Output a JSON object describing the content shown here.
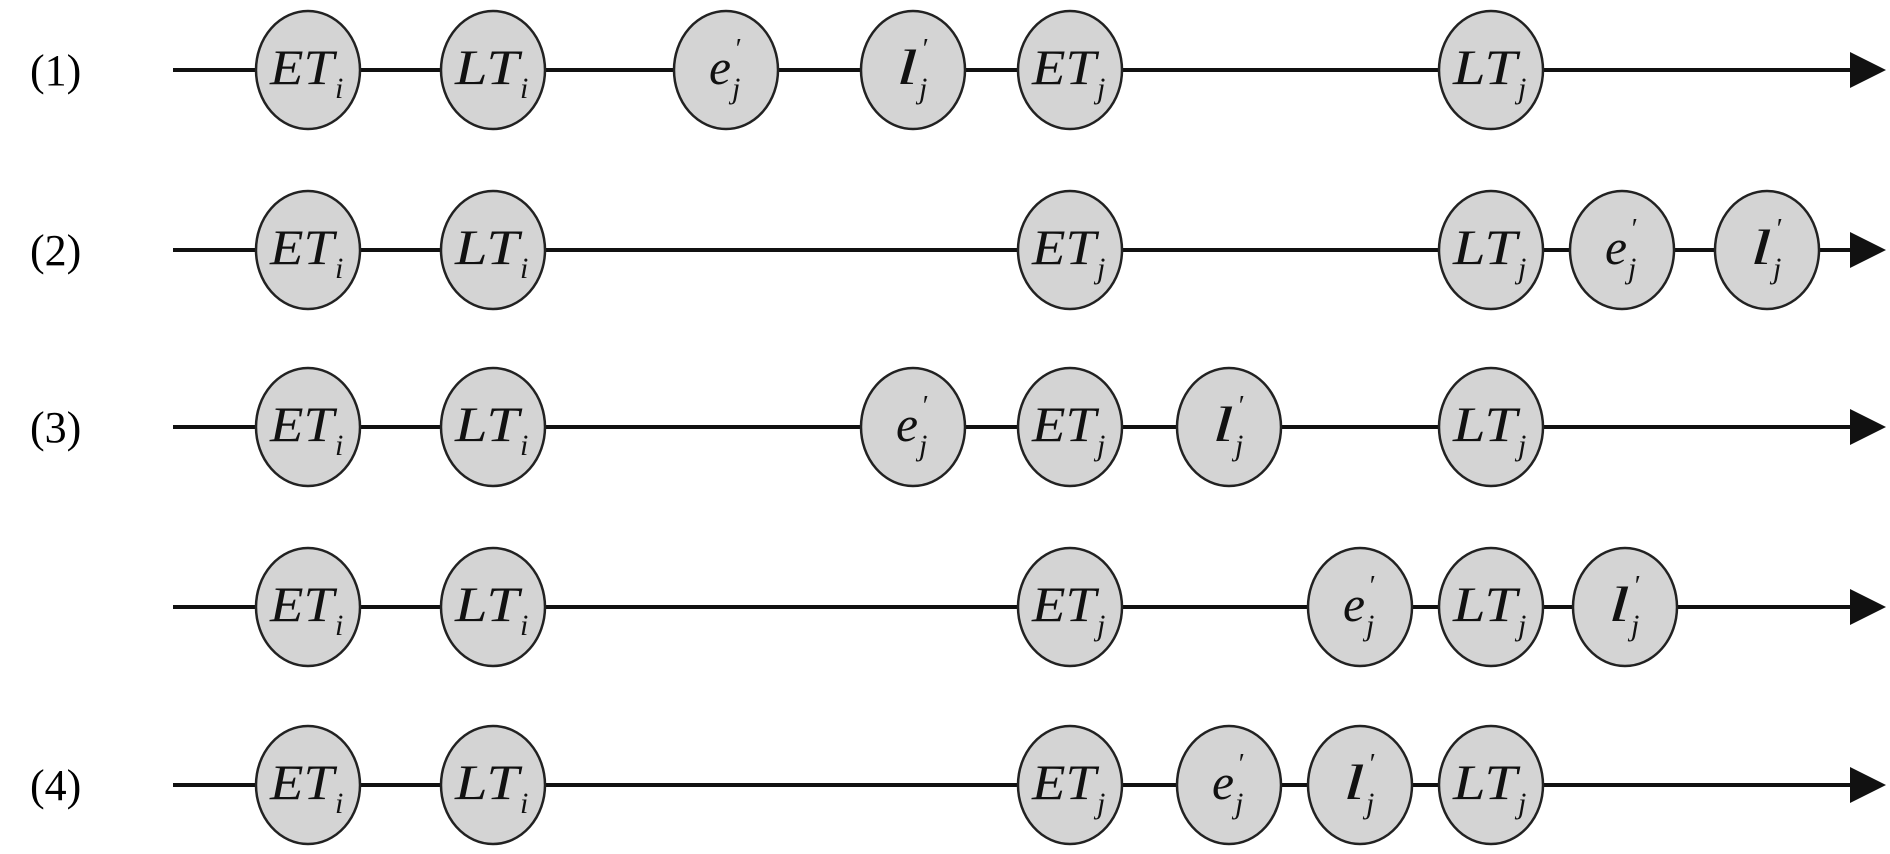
{
  "diagram": {
    "colors": {
      "node_fill": "#d4d4d4",
      "node_stroke": "#222222",
      "line": "#111111"
    },
    "rows": [
      {
        "label": "(1)",
        "nodes": [
          {
            "base": "ET",
            "sub": "i",
            "prime": ""
          },
          {
            "base": "LT",
            "sub": "i",
            "prime": ""
          },
          {
            "base": "e",
            "sub": "j",
            "prime": "′"
          },
          {
            "base": "l",
            "sub": "j",
            "prime": "′"
          },
          {
            "base": "ET",
            "sub": "j",
            "prime": ""
          },
          {
            "base": "LT",
            "sub": "j",
            "prime": ""
          }
        ]
      },
      {
        "label": "(2)",
        "nodes": [
          {
            "base": "ET",
            "sub": "i",
            "prime": ""
          },
          {
            "base": "LT",
            "sub": "i",
            "prime": ""
          },
          {
            "base": "ET",
            "sub": "j",
            "prime": ""
          },
          {
            "base": "LT",
            "sub": "j",
            "prime": ""
          },
          {
            "base": "e",
            "sub": "j",
            "prime": "′"
          },
          {
            "base": "l",
            "sub": "j",
            "prime": "′"
          }
        ]
      },
      {
        "label": "(3)",
        "nodes": [
          {
            "base": "ET",
            "sub": "i",
            "prime": ""
          },
          {
            "base": "LT",
            "sub": "i",
            "prime": ""
          },
          {
            "base": "e",
            "sub": "j",
            "prime": "′"
          },
          {
            "base": "ET",
            "sub": "j",
            "prime": ""
          },
          {
            "base": "l",
            "sub": "j",
            "prime": "′"
          },
          {
            "base": "LT",
            "sub": "j",
            "prime": ""
          }
        ]
      },
      {
        "label": "",
        "nodes": [
          {
            "base": "ET",
            "sub": "i",
            "prime": ""
          },
          {
            "base": "LT",
            "sub": "i",
            "prime": ""
          },
          {
            "base": "ET",
            "sub": "j",
            "prime": ""
          },
          {
            "base": "e",
            "sub": "j",
            "prime": "′"
          },
          {
            "base": "LT",
            "sub": "j",
            "prime": ""
          },
          {
            "base": "l",
            "sub": "j",
            "prime": "′"
          }
        ]
      },
      {
        "label": "(4)",
        "nodes": [
          {
            "base": "ET",
            "sub": "i",
            "prime": ""
          },
          {
            "base": "LT",
            "sub": "i",
            "prime": ""
          },
          {
            "base": "ET",
            "sub": "j",
            "prime": ""
          },
          {
            "base": "e",
            "sub": "j",
            "prime": "′"
          },
          {
            "base": "l",
            "sub": "j",
            "prime": "′"
          },
          {
            "base": "LT",
            "sub": "j",
            "prime": ""
          }
        ]
      }
    ]
  }
}
